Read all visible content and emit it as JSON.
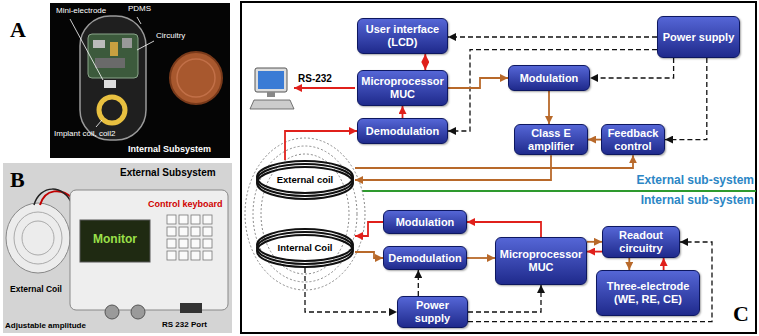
{
  "diagram": {
    "nodes": [
      {
        "text": [
          "User interface (LCD)"
        ]
      },
      {
        "text": [
          "Power supply"
        ]
      },
      {
        "text": [
          "Microprocessor MUC"
        ]
      },
      {
        "text": [
          "Modulation"
        ]
      },
      {
        "text": [
          "Demodulation"
        ]
      },
      {
        "text": [
          "Class E amplifier"
        ]
      },
      {
        "text": [
          "Feedback control"
        ]
      },
      {
        "text": [
          "External coil"
        ]
      },
      {
        "text": [
          "Internal Coil"
        ]
      },
      {
        "text": [
          "Modulation"
        ]
      },
      {
        "text": [
          "Demodulation"
        ]
      },
      {
        "text": [
          "Microprocessor MUC"
        ]
      },
      {
        "text": [
          "Readout circuitry"
        ]
      },
      {
        "text": [
          "Three-electrode (WE, RE, CE)"
        ]
      },
      {
        "text": [
          "Power supply"
        ]
      }
    ],
    "edges": [
      {
        "from": 1,
        "to": 0,
        "arrow": "to"
      },
      {
        "from": 1,
        "to": 3,
        "arrow": "to"
      },
      {
        "from": 1,
        "to": 6,
        "arrow": "to"
      },
      {
        "from": 1,
        "to": 4,
        "arrow": "to"
      },
      {
        "from": 0,
        "to": 2,
        "arrow": "both"
      },
      {
        "from": 2,
        "to": 3,
        "arrow": "to"
      },
      {
        "from": 3,
        "to": 5,
        "arrow": "to"
      },
      {
        "from": 6,
        "to": 5,
        "arrow": "to"
      },
      {
        "from": 5,
        "to": 7,
        "arrow": "to"
      },
      {
        "from": 7,
        "to": 6,
        "arrow": "to"
      },
      {
        "from": 7,
        "to": 4,
        "arrow": "to"
      },
      {
        "from": 4,
        "to": 2,
        "arrow": "to"
      },
      {
        "from": 9,
        "to": 8,
        "arrow": "to"
      },
      {
        "from": 8,
        "to": 10,
        "arrow": "to"
      },
      {
        "from": 8,
        "to": 14,
        "arrow": "to"
      },
      {
        "from": 14,
        "to": 10,
        "arrow": "to"
      },
      {
        "from": 10,
        "to": 11,
        "arrow": "to"
      },
      {
        "from": 11,
        "to": 9,
        "arrow": "to"
      },
      {
        "from": 11,
        "to": 12,
        "arrow": "to"
      },
      {
        "from": 12,
        "to": 11,
        "arrow": "to"
      },
      {
        "from": 12,
        "to": 13,
        "arrow": "to"
      },
      {
        "from": 13,
        "to": 12,
        "arrow": "to"
      },
      {
        "from": 14,
        "to": 11,
        "arrow": "to"
      },
      {
        "from": 14,
        "to": 12,
        "arrow": "to"
      }
    ],
    "labels": [
      "A",
      "Mini-electrode",
      "PDMS",
      "Circuitry",
      "Implant coil, coil2",
      "Internal Subsystem",
      "B",
      "External Subsystem",
      "Control keyboard",
      "Monitor",
      "External Coil",
      "Adjustable amplitude",
      "RS 232 Port",
      "RS-232",
      "External sub-system",
      "Internal sub-system",
      "C"
    ]
  }
}
